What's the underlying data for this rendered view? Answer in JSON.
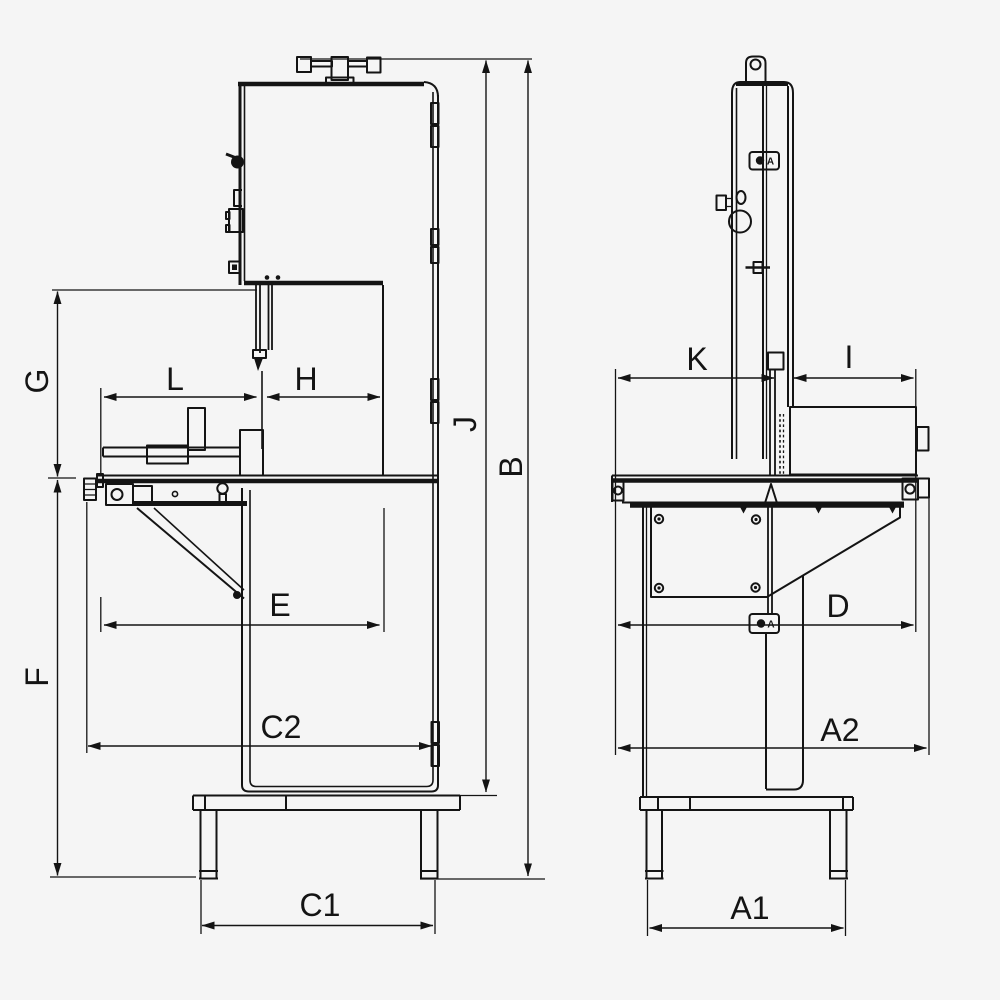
{
  "page": {
    "background": "#f5f5f5",
    "line_color": "#141414"
  },
  "dims": {
    "G": "G",
    "F": "F",
    "L": "L",
    "H": "H",
    "E": "E",
    "C2": "C2",
    "C1": "C1",
    "J": "J",
    "B": "B",
    "K": "K",
    "I": "I",
    "D": "D",
    "A2": "A2",
    "A1": "A1"
  },
  "marks": {
    "plate_upper": "A",
    "plate_lower": "A"
  }
}
